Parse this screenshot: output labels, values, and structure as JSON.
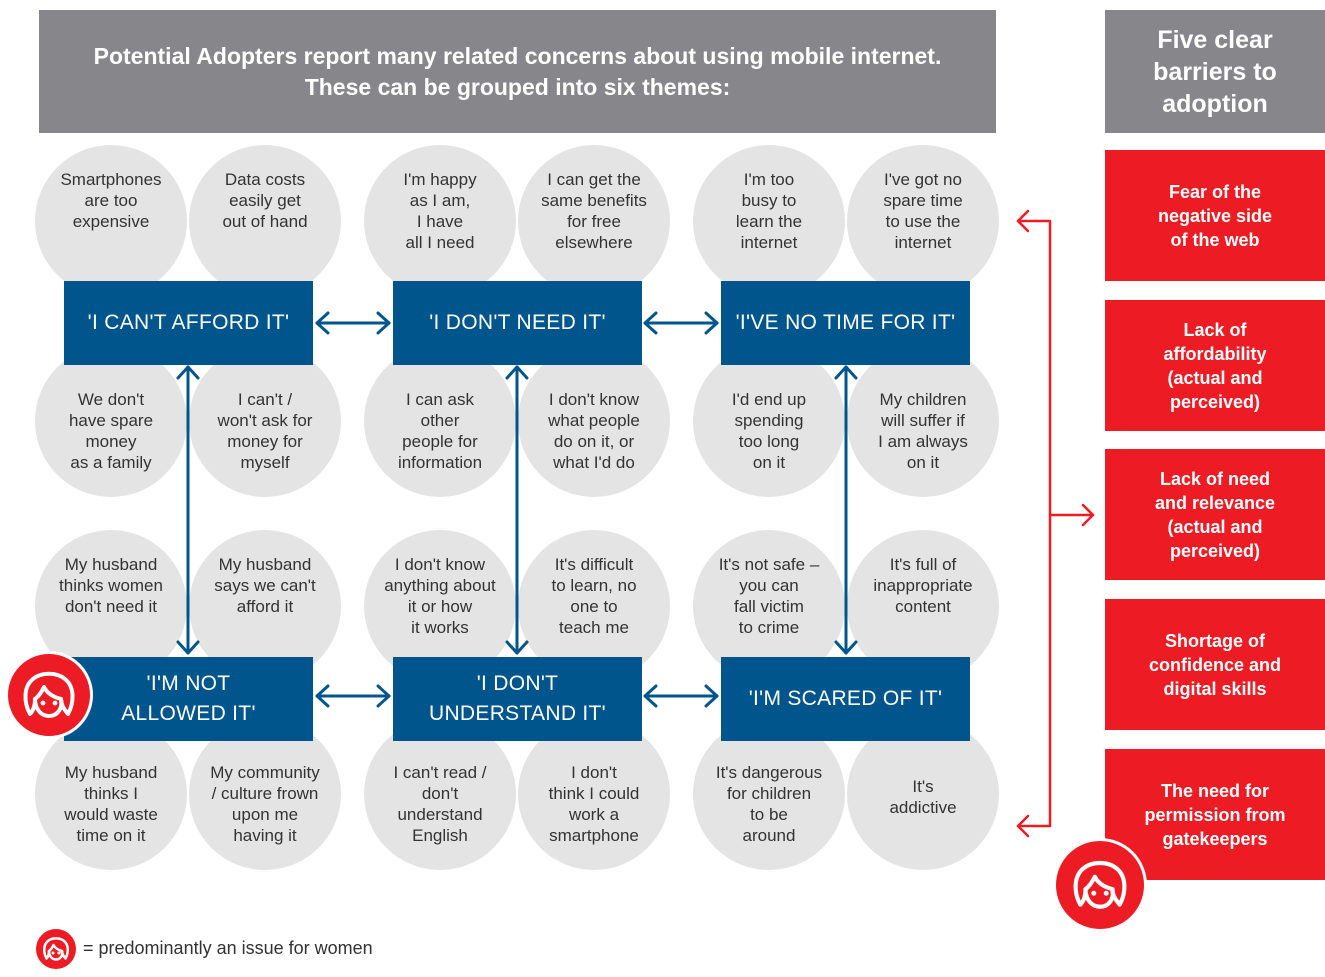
{
  "header": {
    "title": "Potential Adopters report many related concerns about using mobile internet. These can be grouped into six themes:"
  },
  "side_header": {
    "title": "Five clear barriers to adoption"
  },
  "themes": [
    "'I CAN'T AFFORD IT'",
    "'I DON'T NEED IT'",
    "'I'VE NO TIME FOR IT'",
    "'I'M NOT\nALLOWED IT'",
    "'I DON'T\nUNDERSTAND IT'",
    "'I'M SCARED OF IT'"
  ],
  "concerns": {
    "afford_top": [
      "Smartphones\nare too\nexpensive",
      "Data costs\neasily get\nout of hand"
    ],
    "need_top": [
      "I'm happy\nas I am,\nI have\nall I need",
      "I can get the\nsame benefits\nfor free\nelsewhere"
    ],
    "time_top": [
      "I'm too\nbusy to\nlearn the\ninternet",
      "I've got no\nspare time\nto use the\ninternet"
    ],
    "afford_bottom": [
      "We don't\nhave spare\nmoney\nas a family",
      "I can't /\nwon't ask for\nmoney for\nmyself"
    ],
    "need_bottom": [
      "I can ask\nother\npeople for\ninformation",
      "I don't know\nwhat people\ndo on it, or\nwhat I'd do"
    ],
    "time_bottom": [
      "I'd end up\nspending\ntoo long\non it",
      "My children\nwill suffer if\nI am always\non it"
    ],
    "allowed_top": [
      "My husband\nthinks women\ndon't need it",
      "My husband\nsays we can't\nafford it"
    ],
    "understand_top": [
      "I don't know\nanything about\nit or how\nit works",
      "It's difficult\nto learn, no\none to\nteach me"
    ],
    "scared_top": [
      "It's not safe –\nyou can\nfall victim\nto crime",
      "It's full of\ninappropriate\ncontent"
    ],
    "allowed_bottom": [
      "My husband\nthinks I\nwould waste\ntime on it",
      "My community\n/ culture frown\nupon me\nhaving it"
    ],
    "understand_bottom": [
      "I can't read /\ndon't\nunderstand\nEnglish",
      "I don't\nthink I could\nwork a\nsmartphone"
    ],
    "scared_bottom": [
      "It's dangerous\nfor children\nto be\naround",
      "It's\naddictive"
    ]
  },
  "barriers": [
    "Fear of the\nnegative side\nof the web",
    "Lack of\naffordability\n(actual and\nperceived)",
    "Lack of need\nand relevance\n(actual and\nperceived)",
    "Shortage of\nconfidence and\ndigital skills",
    "The need for\npermission from\ngatekeepers"
  ],
  "legend": {
    "text": "= predominantly an issue for women",
    "icon": "woman-face-icon"
  },
  "colors": {
    "theme_blue": "#00558c",
    "barrier_red": "#ed1c24",
    "header_grey": "#87868b",
    "circle_grey": "#e4e4e5"
  }
}
